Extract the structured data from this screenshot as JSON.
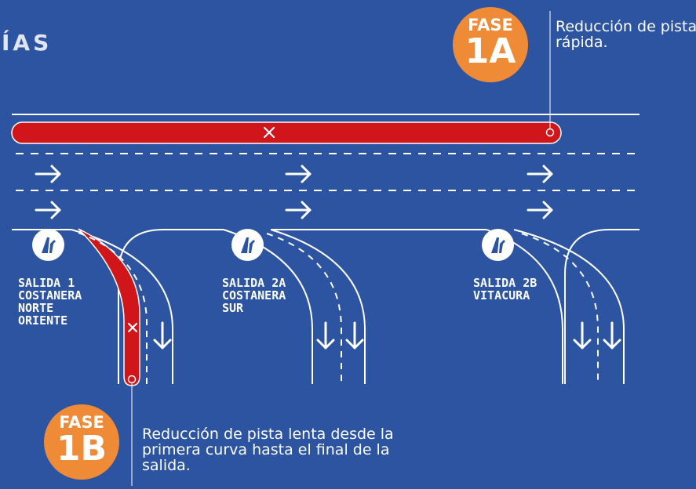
{
  "title_fragment": "ÍAS",
  "phases": {
    "fase_1a": {
      "small": "FASE",
      "big": "1A",
      "note": "Reducción de pista rápida."
    },
    "fase_1b": {
      "small": "FASE",
      "big": "1B",
      "note": "Reducción de pista lenta desde la primera curva hasta el final de la salida."
    }
  },
  "exits": {
    "exit_1": {
      "label_lines": [
        "SALIDA 1",
        "COSTANERA",
        "NORTE",
        "ORIENTE"
      ]
    },
    "exit_2a": {
      "label_lines": [
        "SALIDA 2A",
        "COSTANERA",
        "SUR"
      ]
    },
    "exit_2b": {
      "label_lines": [
        "SALIDA 2B",
        "VITACURA"
      ]
    }
  },
  "colors": {
    "background": "#2c54a1",
    "closure": "#d0161b",
    "badge": "#ef8a37",
    "line": "#ffffff"
  },
  "icons": {
    "exit_sign": "exit-road-icon",
    "closed_marker": "close-x-icon",
    "lane_arrow": "arrow-right-icon",
    "exit_arrow": "arrow-down-icon"
  }
}
